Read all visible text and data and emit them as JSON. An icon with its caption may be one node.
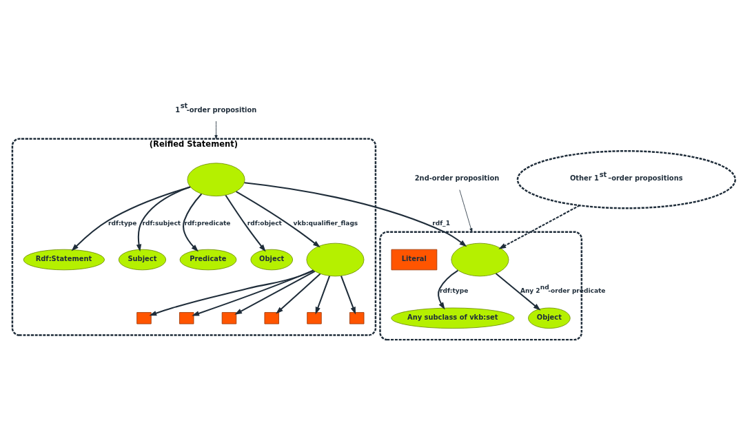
{
  "diagram": {
    "nodes": [
      {
        "text": [
          "1$^{st}$-order proposition"
        ]
      },
      {
        "text": [
          "(Reified Statement)"
        ]
      },
      {
        "text": [],
        "shape": "ellipse",
        "in": 1
      },
      {
        "text": [
          "Rdf:Statement"
        ],
        "in": 1
      },
      {
        "text": [
          "Subject"
        ],
        "in": 1
      },
      {
        "text": [
          "Predicate"
        ],
        "in": 1
      },
      {
        "text": [
          "Object"
        ],
        "in": 1
      },
      {
        "text": [],
        "shape": "ellipse",
        "in": 1
      },
      {
        "text": [],
        "shape": "box",
        "in": 1
      },
      {
        "text": [],
        "shape": "box",
        "in": 1
      },
      {
        "text": [],
        "shape": "box",
        "in": 1
      },
      {
        "text": [],
        "shape": "box",
        "in": 1
      },
      {
        "text": [],
        "shape": "box",
        "in": 1
      },
      {
        "text": [],
        "shape": "box",
        "in": 1
      },
      {
        "text": [
          "2nd-order proposition"
        ]
      },
      {
        "text": [],
        "shape": "ellipse"
      },
      {
        "text": [],
        "shape": "ellipse",
        "in": 15
      },
      {
        "text": [
          "Any subclass of vkb:set"
        ],
        "in": 15
      },
      {
        "text": [
          "Literal"
        ],
        "in": 15
      },
      {
        "text": [
          "Object"
        ],
        "in": 15
      },
      {
        "text": [
          "Other 1$^{st}$ –order propositions"
        ]
      }
    ],
    "edges": [
      {
        "from": 0,
        "to": 1,
        "arrow": "to"
      },
      {
        "from": 2,
        "to": 3,
        "arrow": "to",
        "label": "rdf:type"
      },
      {
        "from": 2,
        "to": 4,
        "arrow": "to",
        "label": "rdf:subject"
      },
      {
        "from": 2,
        "to": 5,
        "arrow": "to",
        "label": "rdf:predicate"
      },
      {
        "from": 2,
        "to": 6,
        "arrow": "to",
        "label": "rdf:object"
      },
      {
        "from": 2,
        "to": 7,
        "arrow": "to",
        "label": "vkb:qualifier_flags"
      },
      {
        "from": 7,
        "to": 8,
        "arrow": "to"
      },
      {
        "from": 7,
        "to": 9,
        "arrow": "to"
      },
      {
        "from": 7,
        "to": 10,
        "arrow": "to"
      },
      {
        "from": 7,
        "to": 11,
        "arrow": "to"
      },
      {
        "from": 7,
        "to": 12,
        "arrow": "to"
      },
      {
        "from": 7,
        "to": 13,
        "arrow": "to"
      },
      {
        "from": 2,
        "to": 16,
        "arrow": "to",
        "label": "rdf_1"
      },
      {
        "from": 14,
        "to": 15,
        "arrow": "to"
      },
      {
        "from": 16,
        "to": 17,
        "arrow": "to",
        "label": "rdf:type"
      },
      {
        "from": 16,
        "to": 19,
        "arrow": "to",
        "label": "Any 2$^{nd}$-order predicate"
      },
      {
        "from": 20,
        "to": 16,
        "arrow": "to",
        "style": "dashed"
      }
    ]
  }
}
